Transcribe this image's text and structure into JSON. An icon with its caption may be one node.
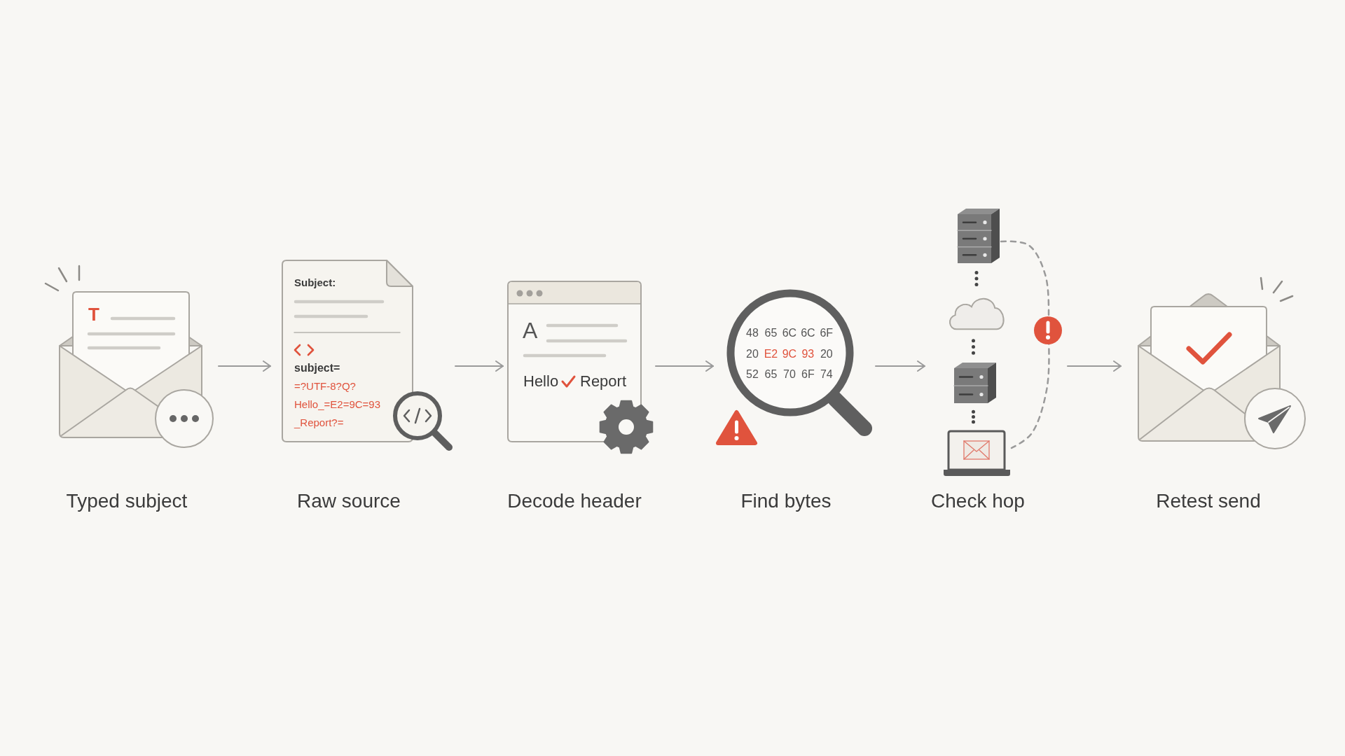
{
  "diagram": {
    "nodes": [
      {
        "text": [
          "T",
          "Typed subject"
        ]
      },
      {
        "text": [
          "Subject:",
          "subject=",
          "=?UTF-8?Q? Hello_=E2=9C=93 _Report?=",
          "Raw source"
        ]
      },
      {
        "text": [
          "A",
          "Hello",
          "Report",
          "Decode header"
        ]
      },
      {
        "text": [
          "48 65 6C 6C 6F",
          "20 E2 9C 93 20",
          "52 65 70 6F 74",
          "Find bytes"
        ]
      },
      {
        "text": [
          "Check hop"
        ]
      },
      {
        "text": [],
        "shape": "picture",
        "in": 4
      },
      {
        "text": [],
        "shape": "cloud",
        "in": 4
      },
      {
        "text": [],
        "shape": "picture",
        "in": 4
      },
      {
        "text": [],
        "shape": "picture",
        "in": 4
      },
      {
        "text": [
          "Retest send"
        ]
      }
    ],
    "edges": [
      {
        "from": 0,
        "to": 1,
        "arrow": "to"
      },
      {
        "from": 1,
        "to": 2,
        "arrow": "to"
      },
      {
        "from": 2,
        "to": 3,
        "arrow": "to"
      },
      {
        "from": 3,
        "to": 4,
        "arrow": "to"
      },
      {
        "from": 4,
        "to": 9,
        "arrow": "to"
      },
      {
        "from": 5,
        "to": 6,
        "arrow": "none",
        "style": "dashed",
        "color": "#444444"
      },
      {
        "from": 6,
        "to": 7,
        "arrow": "none",
        "style": "dashed",
        "color": "#444444"
      },
      {
        "from": 7,
        "to": 8,
        "arrow": "none",
        "style": "dashed",
        "color": "#444444"
      },
      {
        "from": 5,
        "to": 8,
        "arrow": "none",
        "style": "dashed"
      }
    ]
  }
}
